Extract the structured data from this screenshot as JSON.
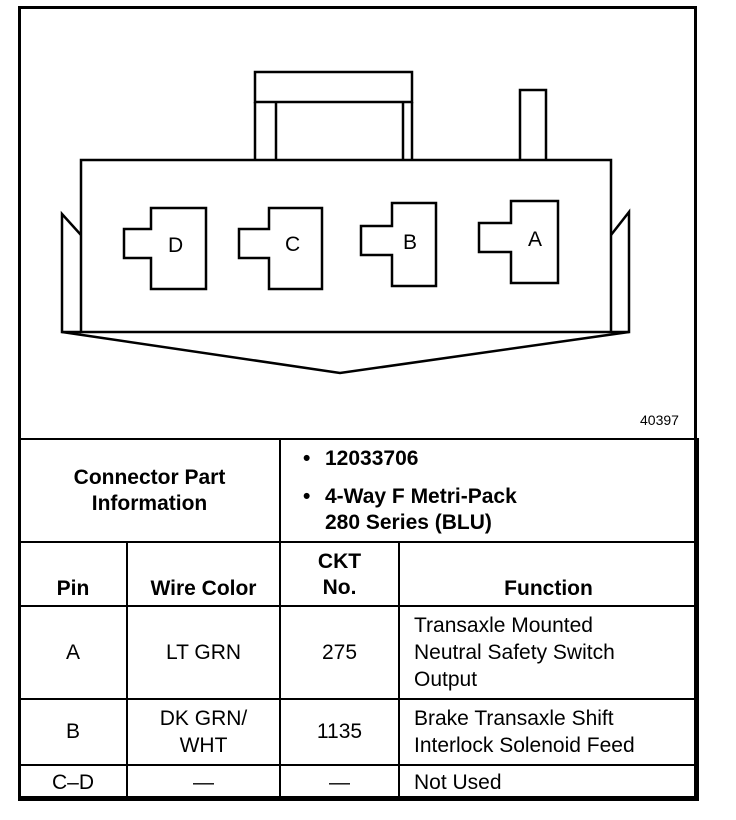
{
  "diagram": {
    "pins": [
      {
        "label": "D"
      },
      {
        "label": "C"
      },
      {
        "label": "B"
      },
      {
        "label": "A"
      }
    ],
    "figure_number": "40397"
  },
  "connector_info": {
    "label_line1": "Connector Part",
    "label_line2": "Information",
    "part_number": "12033706",
    "description_line1": "4-Way F Metri-Pack",
    "description_line2": "280 Series (BLU)"
  },
  "table": {
    "headers": {
      "pin": "Pin",
      "wire_color": "Wire Color",
      "ckt_line1": "CKT",
      "ckt_line2": "No.",
      "function": "Function"
    },
    "rows": [
      {
        "pin": "A",
        "wire_line1": "LT GRN",
        "wire_line2": "",
        "ckt": "275",
        "function_line1": "Transaxle Mounted",
        "function_line2": "Neutral Safety Switch",
        "function_line3": "Output"
      },
      {
        "pin": "B",
        "wire_line1": "DK GRN/",
        "wire_line2": "WHT",
        "ckt": "1135",
        "function_line1": "Brake Transaxle Shift",
        "function_line2": "Interlock Solenoid Feed",
        "function_line3": ""
      },
      {
        "pin": "C–D",
        "wire_line1": "—",
        "wire_line2": "",
        "ckt": "—",
        "function_line1": "Not Used",
        "function_line2": "",
        "function_line3": ""
      }
    ]
  }
}
